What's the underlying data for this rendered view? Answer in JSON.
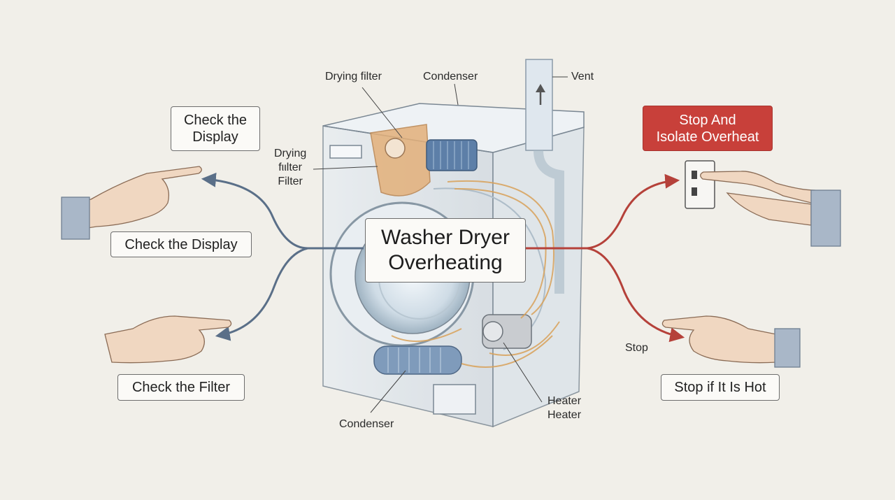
{
  "title": {
    "line1": "Washer Dryer",
    "line2": "Overheating"
  },
  "left_actions": [
    {
      "line1": "Check the",
      "line2": "Display"
    },
    {
      "text": "Check the Display"
    },
    {
      "text": "Check the Filter"
    }
  ],
  "right_actions": [
    {
      "line1": "Stop And",
      "line2": "Isolate Overheat"
    },
    {
      "text": "Stop if It Is Hot"
    }
  ],
  "callouts": {
    "drying_filter_top": "Drying filter",
    "condenser_top": "Condenser",
    "vent": "Vent",
    "drying_filter_side": {
      "line1": "Drying",
      "line2": "fιιlter",
      "line3": "Filter"
    },
    "condenser_bottom": "Condenser",
    "heater": {
      "line1": "Heater",
      "line2": "Heater"
    },
    "stop": "Stop"
  },
  "colors": {
    "background": "#f1efe9",
    "left_arrows": "#5a6f88",
    "right_arrows": "#b5413a",
    "alert_box": "#c8403a",
    "wiring": "#d9a25a"
  },
  "icons": [
    "pointing-hand-icon",
    "wall-outlet-icon",
    "vent-up-arrow-icon"
  ]
}
